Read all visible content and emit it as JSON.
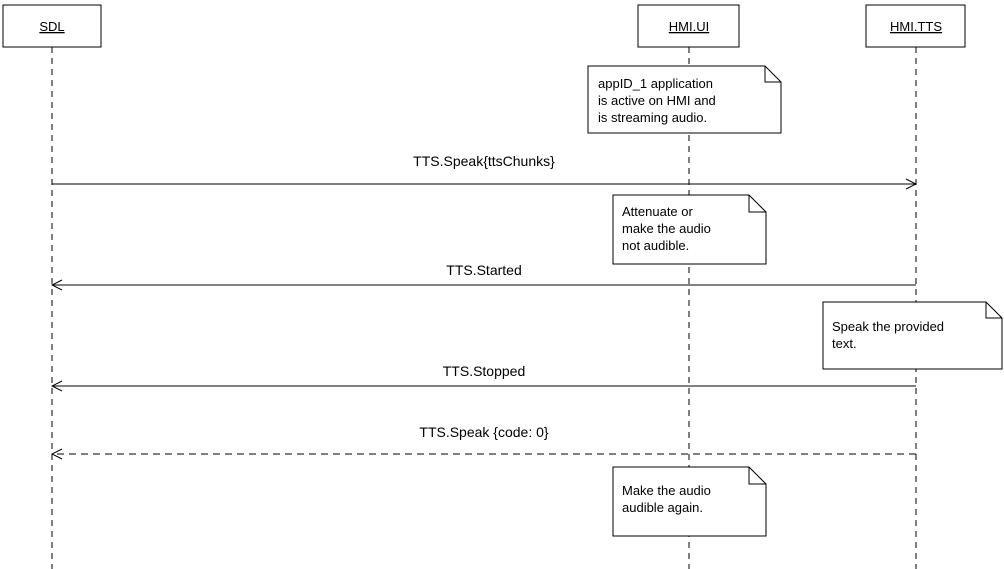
{
  "participants": [
    {
      "id": "sdl",
      "label": "SDL"
    },
    {
      "id": "hmi-ui",
      "label": "HMI.UI"
    },
    {
      "id": "hmi-tts",
      "label": "HMI.TTS"
    }
  ],
  "messages": [
    {
      "label": "TTS.Speak{ttsChunks}",
      "from": "SDL",
      "to": "HMI.TTS",
      "style": "solid"
    },
    {
      "label": "TTS.Started",
      "from": "HMI.TTS",
      "to": "SDL",
      "style": "solid"
    },
    {
      "label": "TTS.Stopped",
      "from": "HMI.TTS",
      "to": "SDL",
      "style": "solid"
    },
    {
      "label": "TTS.Speak {code: 0}",
      "from": "HMI.TTS",
      "to": "SDL",
      "style": "dashed"
    }
  ],
  "notes": [
    {
      "lines": [
        "appID_1 application",
        "is active on HMI and",
        "is streaming audio."
      ]
    },
    {
      "lines": [
        "Attenuate or",
        "make the audio",
        "not audible."
      ]
    },
    {
      "lines": [
        "Speak the provided",
        "text."
      ]
    },
    {
      "lines": [
        "Make the audio",
        "audible again."
      ]
    }
  ]
}
